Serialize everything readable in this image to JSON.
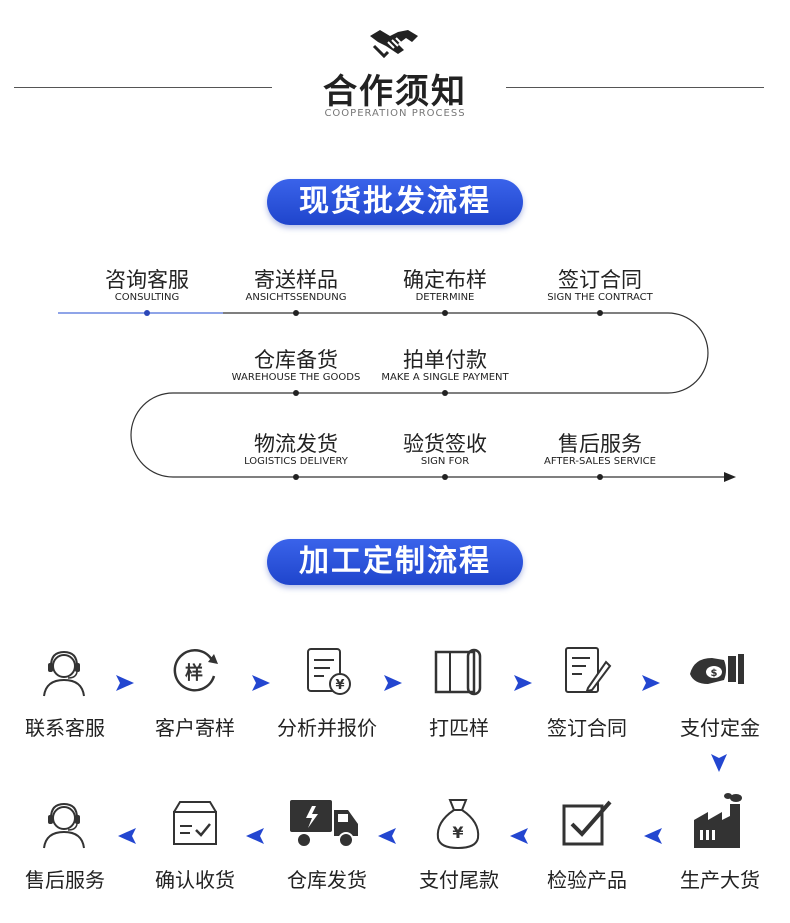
{
  "header": {
    "title": "合作须知",
    "subtitle": "COOPERATION PROCESS"
  },
  "section1": {
    "title": "现货批发流程",
    "steps": [
      {
        "cn": "咨询客服",
        "en": "CONSULTING"
      },
      {
        "cn": "寄送样品",
        "en": "ANSICHTSSENDUNG"
      },
      {
        "cn": "确定布样",
        "en": "DETERMINE"
      },
      {
        "cn": "签订合同",
        "en": "SIGN THE CONTRACT"
      },
      {
        "cn": "仓库备货",
        "en": "WAREHOUSE THE GOODS"
      },
      {
        "cn": "拍单付款",
        "en": "MAKE A SINGLE PAYMENT"
      },
      {
        "cn": "物流发货",
        "en": "LOGISTICS DELIVERY"
      },
      {
        "cn": "验货签收",
        "en": "SIGN FOR"
      },
      {
        "cn": "售后服务",
        "en": "AFTER-SALES SERVICE"
      }
    ]
  },
  "section2": {
    "title": "加工定制流程",
    "row1": [
      {
        "label": "联系客服",
        "icon": "customer-service-icon"
      },
      {
        "label": "客户寄样",
        "icon": "sample-icon"
      },
      {
        "label": "分析并报价",
        "icon": "quote-icon"
      },
      {
        "label": "打匹样",
        "icon": "fabric-roll-icon"
      },
      {
        "label": "签订合同",
        "icon": "contract-icon"
      },
      {
        "label": "支付定金",
        "icon": "deposit-icon"
      }
    ],
    "row2": [
      {
        "label": "售后服务",
        "icon": "customer-service-icon"
      },
      {
        "label": "确认收货",
        "icon": "package-check-icon"
      },
      {
        "label": "仓库发货",
        "icon": "truck-icon"
      },
      {
        "label": "支付尾款",
        "icon": "money-bag-icon"
      },
      {
        "label": "检验产品",
        "icon": "checkbox-icon"
      },
      {
        "label": "生产大货",
        "icon": "factory-icon"
      }
    ]
  },
  "colors": {
    "accent": "#2346d0",
    "line": "#333333",
    "highlight_line": "#6a86e0"
  }
}
